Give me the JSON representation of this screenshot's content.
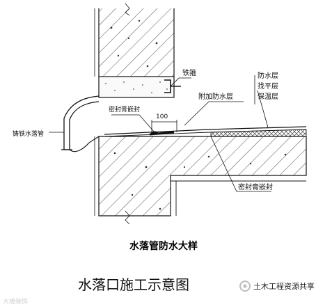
{
  "labels": {
    "iron_hoop": "铁箍",
    "additional_waterproof": "附加防水层",
    "sealant_top": "密封膏嵌封",
    "dim_100": "100",
    "cast_iron_pipe": "铸铁水落管",
    "waterproof_layer": "防水层",
    "leveling_layer": "找平层",
    "insulation_layer": "保温层",
    "sealant_bottom": "密封膏嵌封"
  },
  "captions": {
    "detail_title": "水落管防水大样",
    "main_title": "水落口施工示意图"
  },
  "badge": {
    "text": "土木工程资源共享",
    "icon": "wechat-official-account-icon"
  },
  "watermark": {
    "text": "大墙装饰"
  },
  "colors": {
    "line": "#111111",
    "hatch": "#222222",
    "badge_icon": "#bdbdbd"
  }
}
